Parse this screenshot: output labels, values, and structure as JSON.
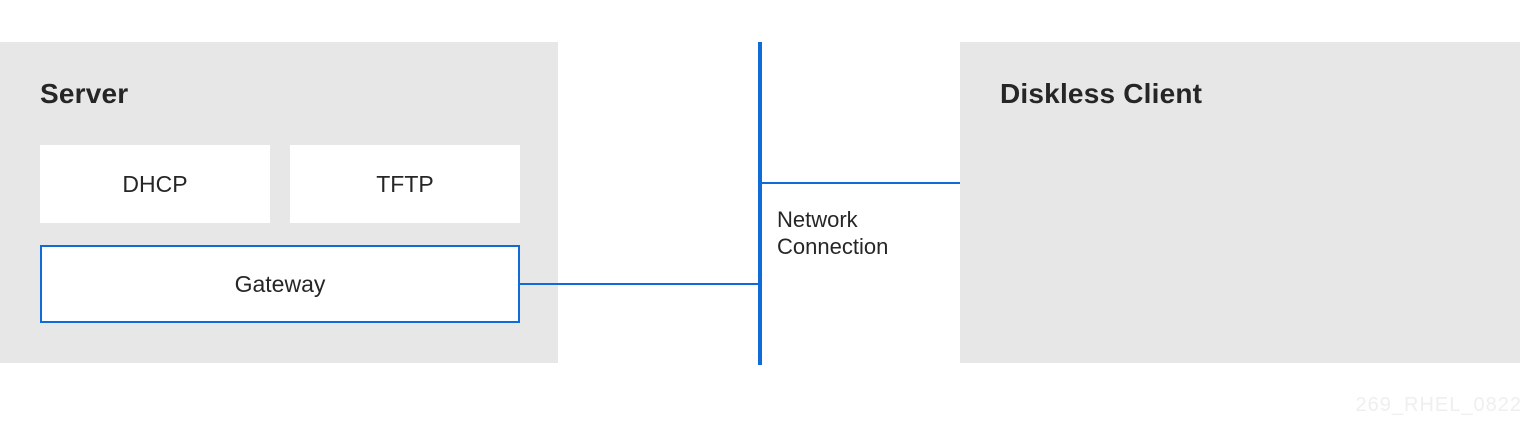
{
  "diagram": {
    "server": {
      "title": "Server",
      "services": [
        {
          "label": "DHCP"
        },
        {
          "label": "TFTP"
        },
        {
          "label": "Gateway"
        }
      ]
    },
    "client": {
      "title": "Diskless Client"
    },
    "network": {
      "label": "Network Connection"
    },
    "watermark": "269_RHEL_0822",
    "colors": {
      "panel_gray": "#e7e7e7",
      "line_blue": "#0d6cd8",
      "text_dark": "#262626",
      "watermark_gray": "#f0eff0"
    }
  }
}
